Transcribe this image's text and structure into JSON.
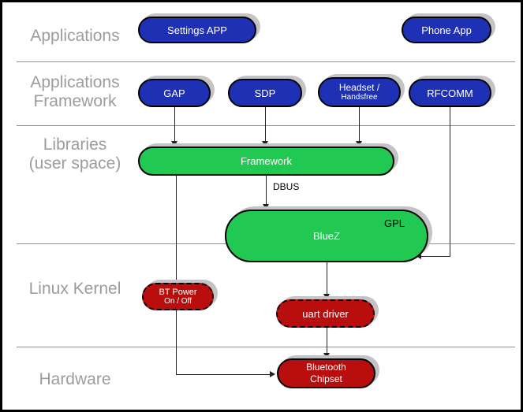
{
  "colors": {
    "node_blue": "#1e30b4",
    "node_green": "#21c852",
    "node_red": "#b80e0e",
    "layer_label_gray": "#9c9c9c",
    "separator_gray": "#8f8f8f",
    "connector_black": "#222222",
    "shadow_gray": "#c4c4c4"
  },
  "layers": {
    "applications": "Applications",
    "applications_framework": "Applications\nFramework",
    "libraries": "Libraries\n(user space)",
    "linux_kernel": "Linux Kernel",
    "hardware": "Hardware"
  },
  "nodes": {
    "settings_app": "Settings APP",
    "phone_app": "Phone App",
    "gap": "GAP",
    "sdp": "SDP",
    "headset_line1": "Headset /",
    "headset_line2": "Handsfree",
    "rfcomm": "RFCOMM",
    "framework": "Framework",
    "bluez": "BlueZ",
    "bluez_badge": "GPL",
    "bt_power_line1": "BT Power",
    "bt_power_line2": "On / Off",
    "uart_driver": "uart driver",
    "chipset_line1": "Bluetooth",
    "chipset_line2": "Chipset"
  },
  "edges": {
    "dbus_label": "DBUS"
  }
}
